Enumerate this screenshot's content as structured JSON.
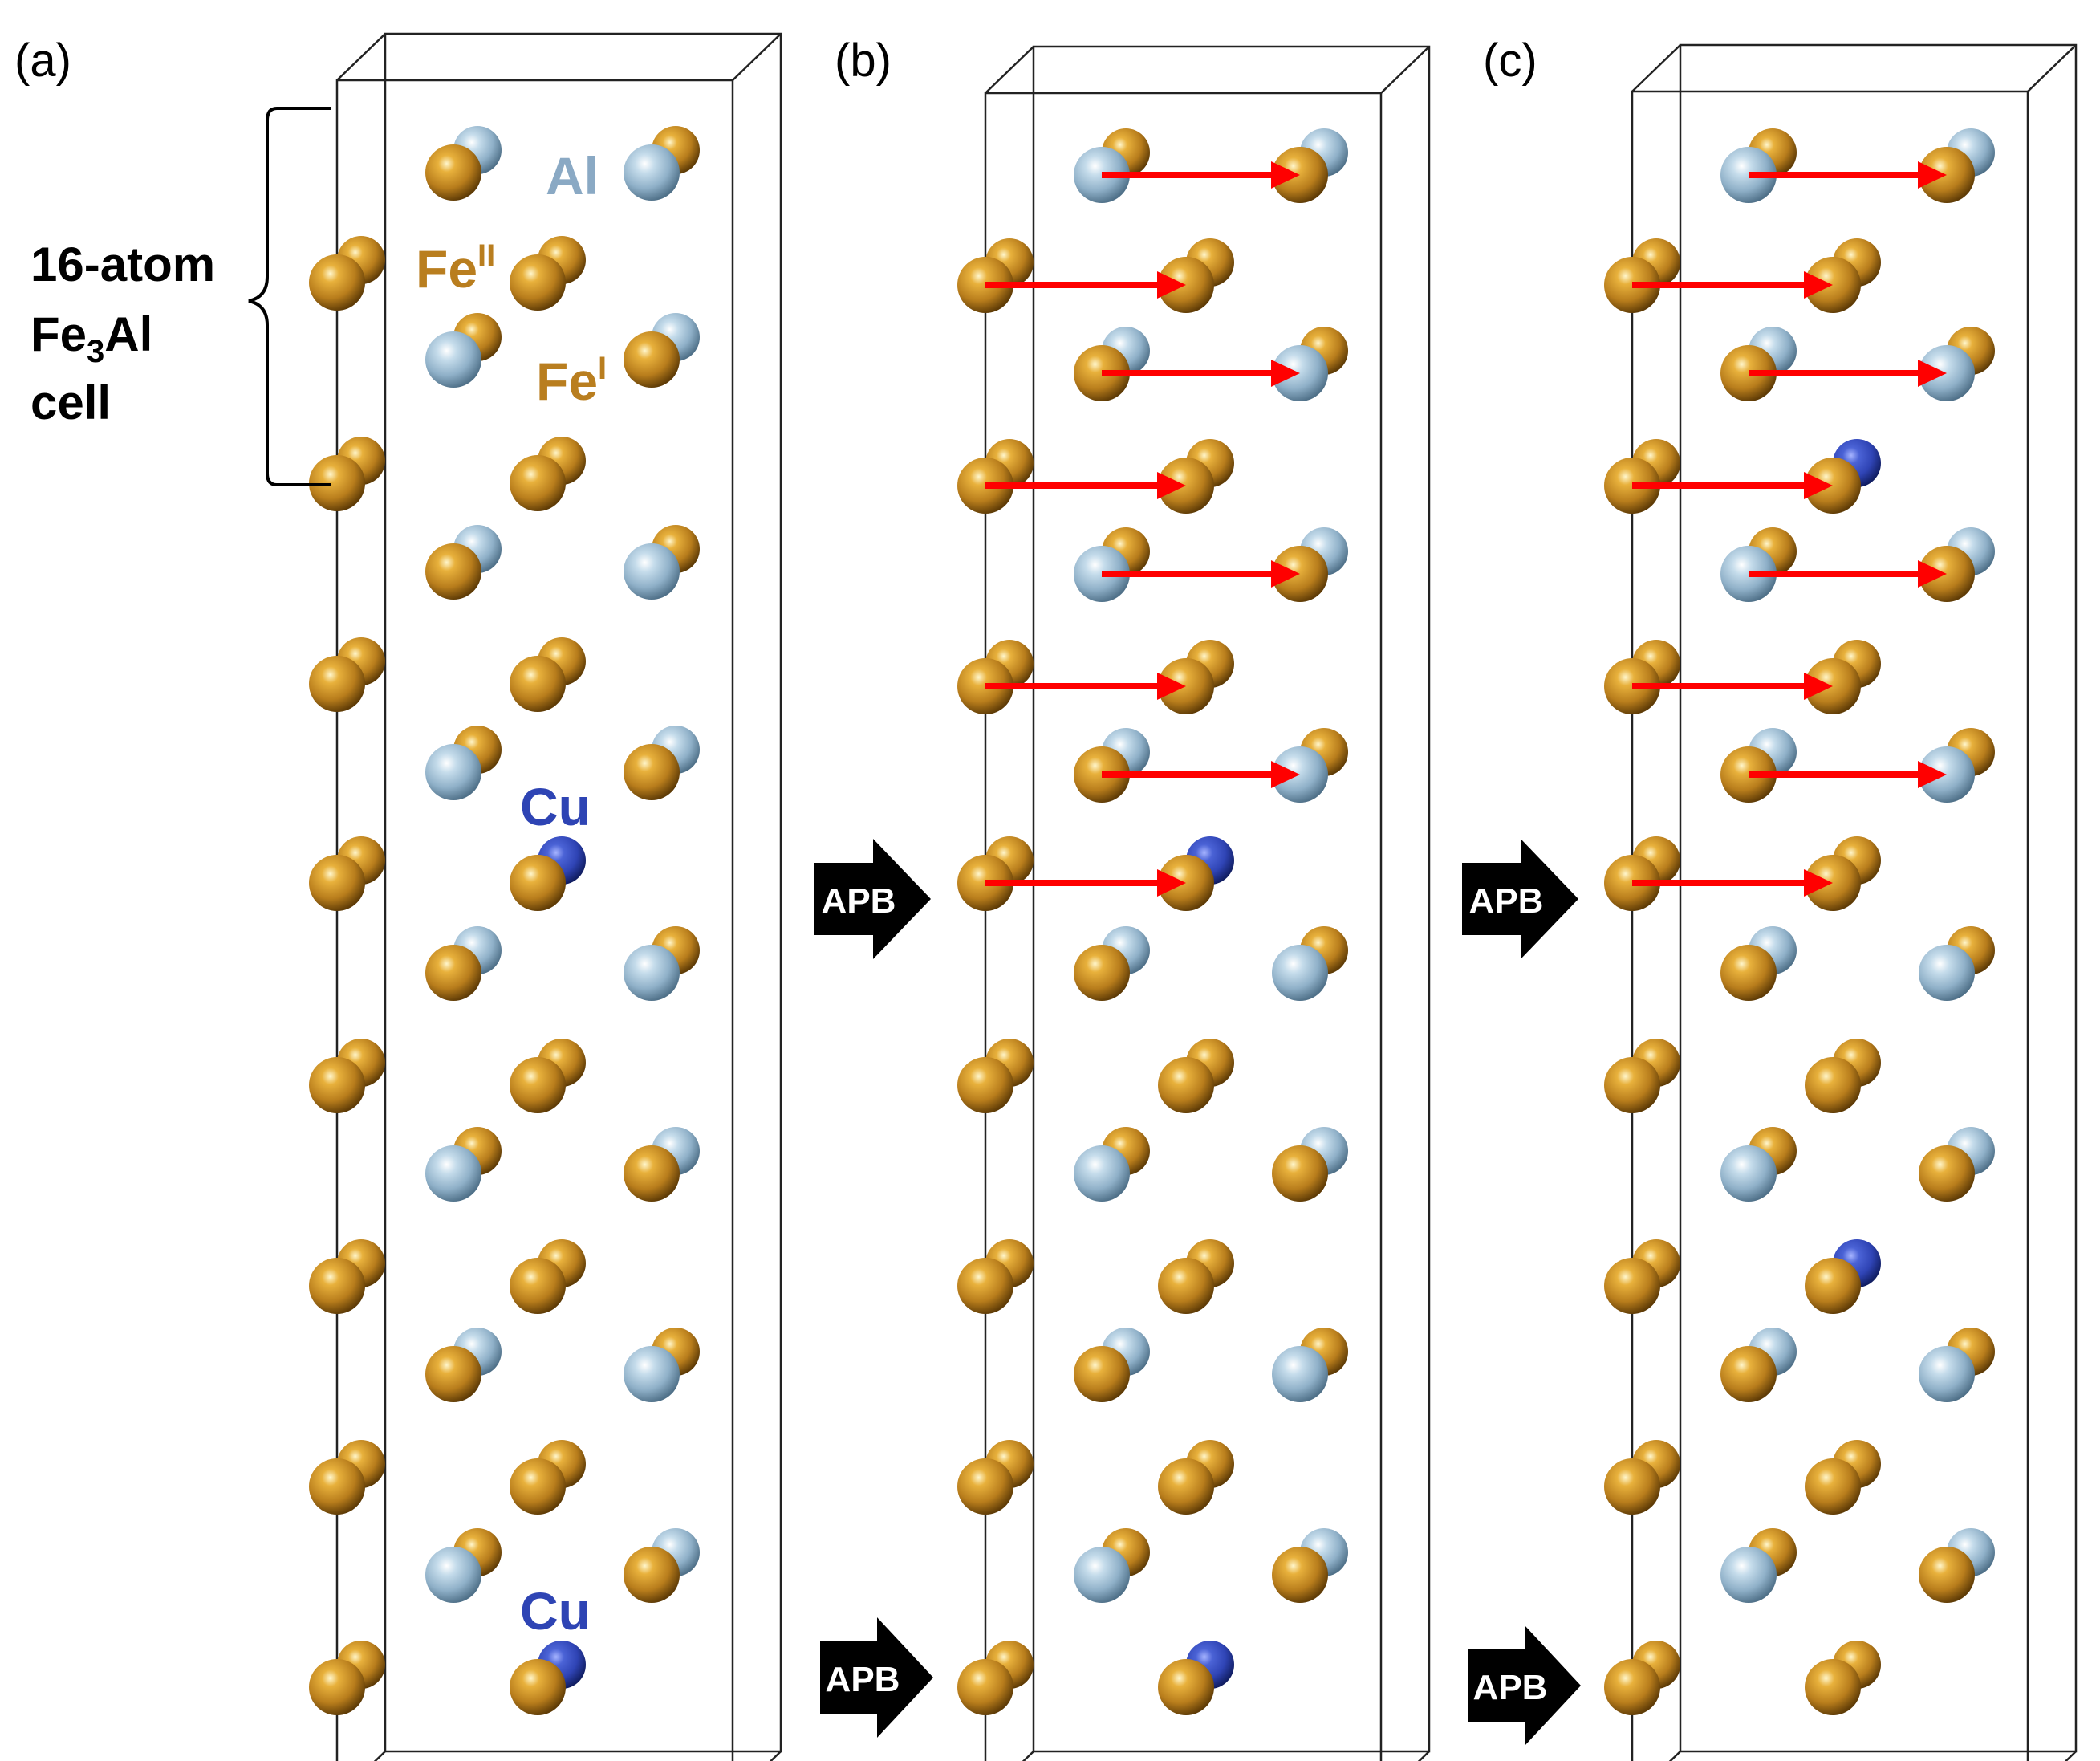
{
  "panels": [
    {
      "label": "(a)"
    },
    {
      "label": "(b)",
      "apb_markers": [
        "APB",
        "APB"
      ]
    },
    {
      "label": "(c)",
      "apb_markers": [
        "APB",
        "APB"
      ]
    }
  ],
  "annotations": {
    "al_label": "Al",
    "fe2_label": "Fe",
    "fe2_sup": "II",
    "fe1_label": "Fe",
    "fe1_sup": "I",
    "cu_label_1": "Cu",
    "cu_label_2": "Cu",
    "cell_line1": "16-atom",
    "cell_line2_main": "Fe",
    "cell_line2_sub": "3",
    "cell_line2_tail": "Al",
    "cell_line3": "cell"
  },
  "colors": {
    "fe": "#b87d1c",
    "al": "#8fb0c8",
    "cu": "#2f44b5",
    "arrow": "#ff0000",
    "apb_arrow": "#000000",
    "al_text": "#8aa9c4",
    "fe_text": "#b97e1f",
    "cu_text": "#2e44b4"
  }
}
